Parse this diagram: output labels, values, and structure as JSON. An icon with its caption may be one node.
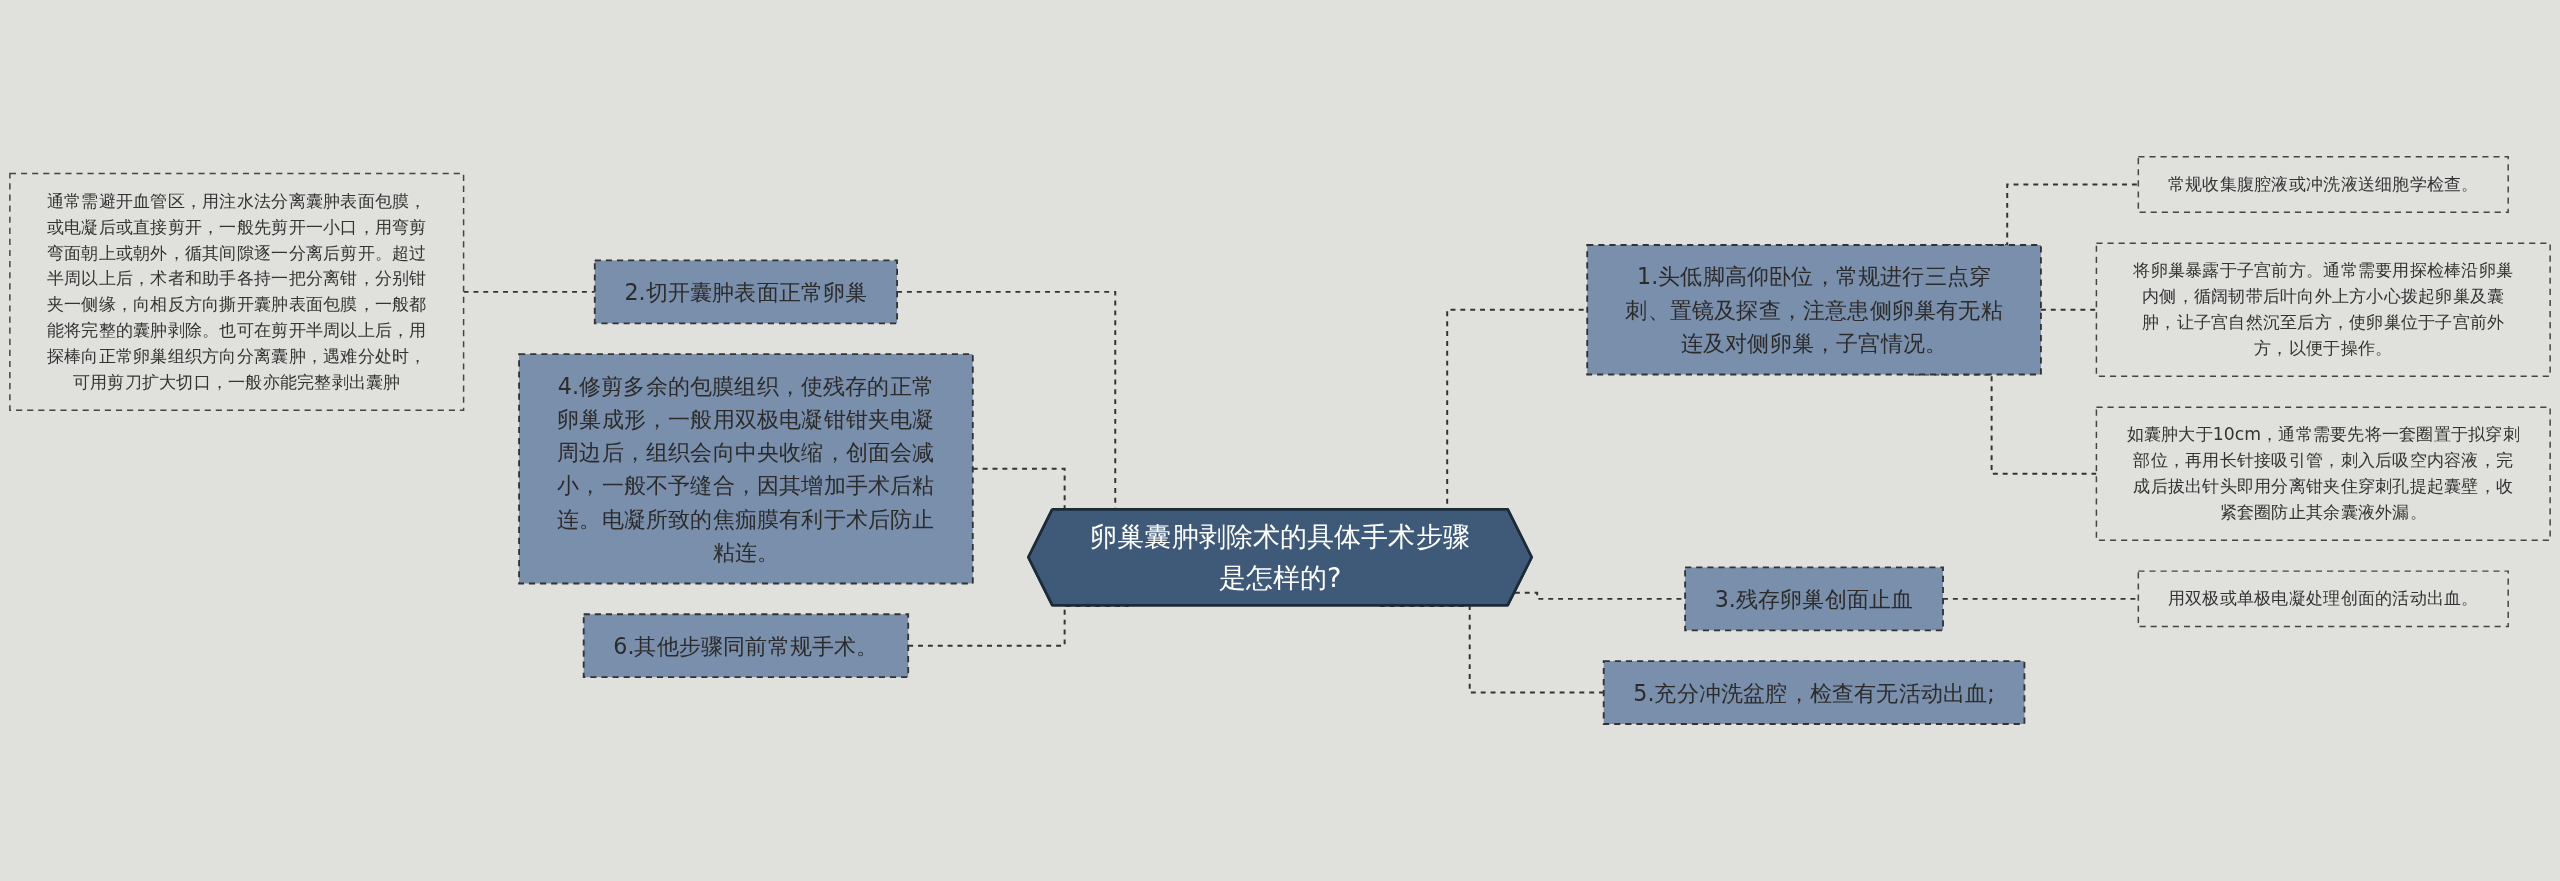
{
  "diagram": {
    "nodes": [
      {
        "text": [
          "卵巢囊肿剥除术的具体手术步骤是怎样的?"
        ]
      },
      {
        "text": [
          "通常需避开血管区，用注水法分离囊肿表面包膜，或电凝后或直接剪开，一般先剪开一小口，用弯剪弯面朝上或朝外，循其间隙逐一分离后剪开。超过半周以上后，术者和助手各持一把分离钳，分别钳夹一侧缘，向相反方向撕开囊肿表面包膜，一般都能将完整的囊肿剥除。也可在剪开半周以上后，用探棒向正常卵巢组织方向分离囊肿，遇难分处时，可用剪刀扩大切口，一般亦能完整剥出囊肿"
        ]
      },
      {
        "text": [
          "2.切开囊肿表面正常卵巢"
        ]
      },
      {
        "text": [
          "4.修剪多余的包膜组织，使残存的正常卵巢成形，一般用双极电凝钳钳夹电凝周边后，组织会向中央收缩，创面会减小，一般不予缝合，因其增加手术后粘连。电凝所致的焦痂膜有利于术后防止粘连。"
        ]
      },
      {
        "text": [
          "6.其他步骤同前常规手术。"
        ]
      },
      {
        "text": [
          "1.头低脚高仰卧位，常规进行三点穿刺、置镜及探查，注意患侧卵巢有无粘连及对侧卵巢，子宫情况。"
        ]
      },
      {
        "text": [
          "常规收集腹腔液或冲洗液送细胞学检查。"
        ]
      },
      {
        "text": [
          "将卵巢暴露于子宫前方。通常需要用探检棒沿卵巢内侧，循阔韧带后叶向外上方小心拨起卵巢及囊肿，让子宫自然沉至后方，使卵巢位于子宫前外方，以便于操作。"
        ]
      },
      {
        "text": [
          "如囊肿大于10cm，通常需要先将一套圈置于拟穿刺部位，再用长针接吸引管，刺入后吸空内容液，完成后拔出针头即用分离钳夹住穿刺孔提起囊壁，收紧套圈防止其余囊液外漏。"
        ]
      },
      {
        "text": [
          "3.残存卵巢创面止血"
        ]
      },
      {
        "text": [
          "用双极或单极电凝处理创面的活动出血。"
        ]
      },
      {
        "text": [
          "5.充分冲洗盆腔，检查有无活动出血;"
        ]
      }
    ],
    "edges": [
      {
        "from": 1,
        "to": 2,
        "arrow": "none",
        "style": "dashed"
      },
      {
        "from": 2,
        "to": 0,
        "arrow": "none",
        "style": "dashed"
      },
      {
        "from": 3,
        "to": 0,
        "arrow": "none",
        "style": "dashed"
      },
      {
        "from": 4,
        "to": 0,
        "arrow": "none",
        "style": "dashed"
      },
      {
        "from": 0,
        "to": 5,
        "arrow": "none",
        "style": "dashed"
      },
      {
        "from": 5,
        "to": 6,
        "arrow": "none",
        "style": "dashed"
      },
      {
        "from": 5,
        "to": 7,
        "arrow": "none",
        "style": "dashed"
      },
      {
        "from": 5,
        "to": 8,
        "arrow": "none",
        "style": "dashed"
      },
      {
        "from": 0,
        "to": 9,
        "arrow": "none",
        "style": "dashed"
      },
      {
        "from": 9,
        "to": 10,
        "arrow": "none",
        "style": "dashed"
      },
      {
        "from": 0,
        "to": 11,
        "arrow": "none",
        "style": "dashed"
      }
    ]
  }
}
